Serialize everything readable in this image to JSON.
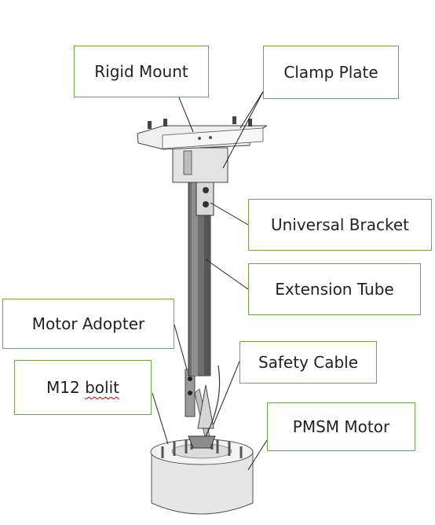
{
  "labels": {
    "rigid_mount": "Rigid Mount",
    "clamp_plate": "Clamp Plate",
    "universal_bracket": "Universal Bracket",
    "extension_tube": "Extension Tube",
    "motor_adopter": "Motor Adopter",
    "safety_cable": "Safety Cable",
    "m12_bolt_word": "M12 ",
    "m12_bolt_misspelled": "bolit",
    "pmsm_motor": "PMSM Motor"
  },
  "colors": {
    "box_border": "#6aa84f",
    "line": "#222222",
    "spellcheck": "#cc0000"
  }
}
